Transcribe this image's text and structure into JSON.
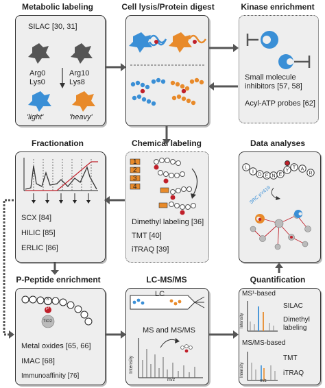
{
  "panels": {
    "metabolic": {
      "title": "Metabolic labeling",
      "line1": "SILAC [30, 31]",
      "light_aa": "Arg0\nLys0",
      "heavy_aa": "Arg10\nLys8",
      "light": "'light'",
      "heavy": "'heavy'"
    },
    "lysis": {
      "title": "Cell lysis/Protein digest"
    },
    "kinase": {
      "title": "Kinase enrichment",
      "item1": "Small molecule\ninhibitors [57, 58]",
      "item2": "Acyl-ATP probes [62]"
    },
    "chemical": {
      "title": "Chemical labeling",
      "labels": [
        "1",
        "2",
        "3",
        "4"
      ],
      "item1": "Dimethyl labeling [36]",
      "item2": "TMT [40]",
      "item3": "iTRAQ [39]"
    },
    "fractionation": {
      "title": "Fractionation",
      "item1": "SCX [84]",
      "item2": "HILIC [85]",
      "item3": "ERLIC [86]"
    },
    "data": {
      "title": "Data analyses",
      "sequence": [
        "L",
        "I",
        "D",
        "E",
        "N",
        "E",
        "Y",
        "T",
        "A",
        "R"
      ],
      "seq_label": "SRC pY419"
    },
    "ppeptide": {
      "title": "P-Peptide enrichment",
      "p_label": "P",
      "s_label": "S",
      "tio2_label": "TiO2",
      "item1": "Metal oxides [65, 66]",
      "item2": "IMAC [68]",
      "item3": "Immunoaffinity [76]"
    },
    "lcms": {
      "title": "LC-MS/MS",
      "lc_label": "LC",
      "ms_label": "MS and MS/MS",
      "ylabel": "Intensity",
      "xlabel": "m/z"
    },
    "quant": {
      "title": "Quantification",
      "ms1_label": "MS¹-based",
      "silac": "SILAC",
      "dimethyl": "Dimethyl\nlabeling",
      "msms_label": "MS/MS-based",
      "tmt": "TMT",
      "itraq": "iTRAQ",
      "ylabel": "Intensity",
      "xlabel": "m/z"
    }
  },
  "colors": {
    "accent_blue": "#3a8fd6",
    "accent_orange": "#e88a2a",
    "accent_red": "#c0202a",
    "panel_bg": "#eeeeee",
    "arrow": "#555555"
  }
}
